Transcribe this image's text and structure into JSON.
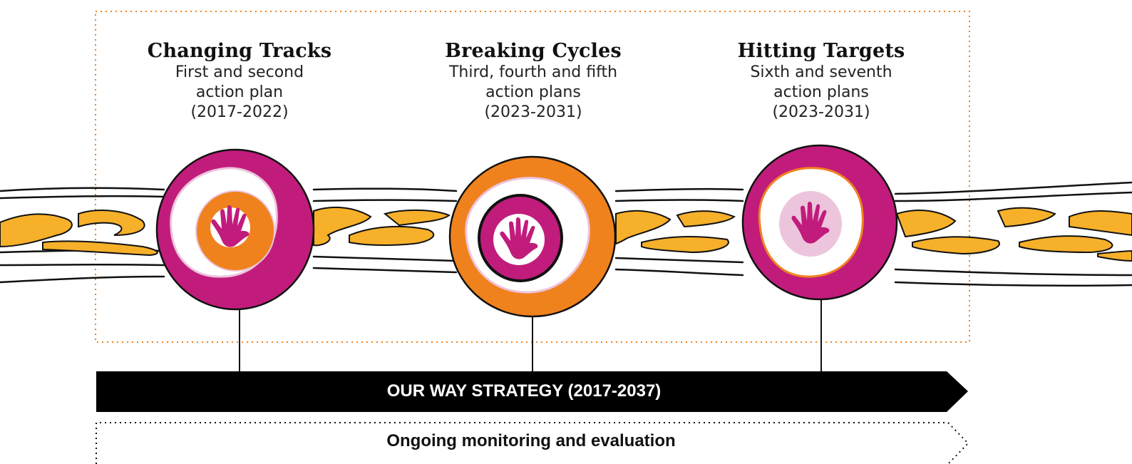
{
  "phases": [
    {
      "title": "Changing Tracks",
      "lines": [
        "First and second",
        "action plan",
        "(2017-2022)"
      ],
      "outer_color": "#c11c7c",
      "inner_color": "#f0821e"
    },
    {
      "title": "Breaking Cycles",
      "lines": [
        "Third, fourth and fifth",
        "action plans",
        "(2023-2031)"
      ],
      "outer_color": "#f0821e",
      "inner_color": "#c11c7c"
    },
    {
      "title": "Hitting Targets",
      "lines": [
        "Sixth and seventh",
        "action plans",
        "(2023-2031)"
      ],
      "outer_color": "#c11c7c",
      "inner_color": "#ecc5dc"
    }
  ],
  "strategy": {
    "label": "OUR WAY STRATEGY (2017-2037)"
  },
  "monitoring": {
    "label": "Ongoing monitoring and evaluation"
  },
  "colors": {
    "magenta": "#c11c7c",
    "orange": "#f0821e",
    "flame": "#f7b02a",
    "frame": "#f0821e",
    "arrow": "#000000"
  },
  "icons": {
    "center": "hand-icon"
  }
}
